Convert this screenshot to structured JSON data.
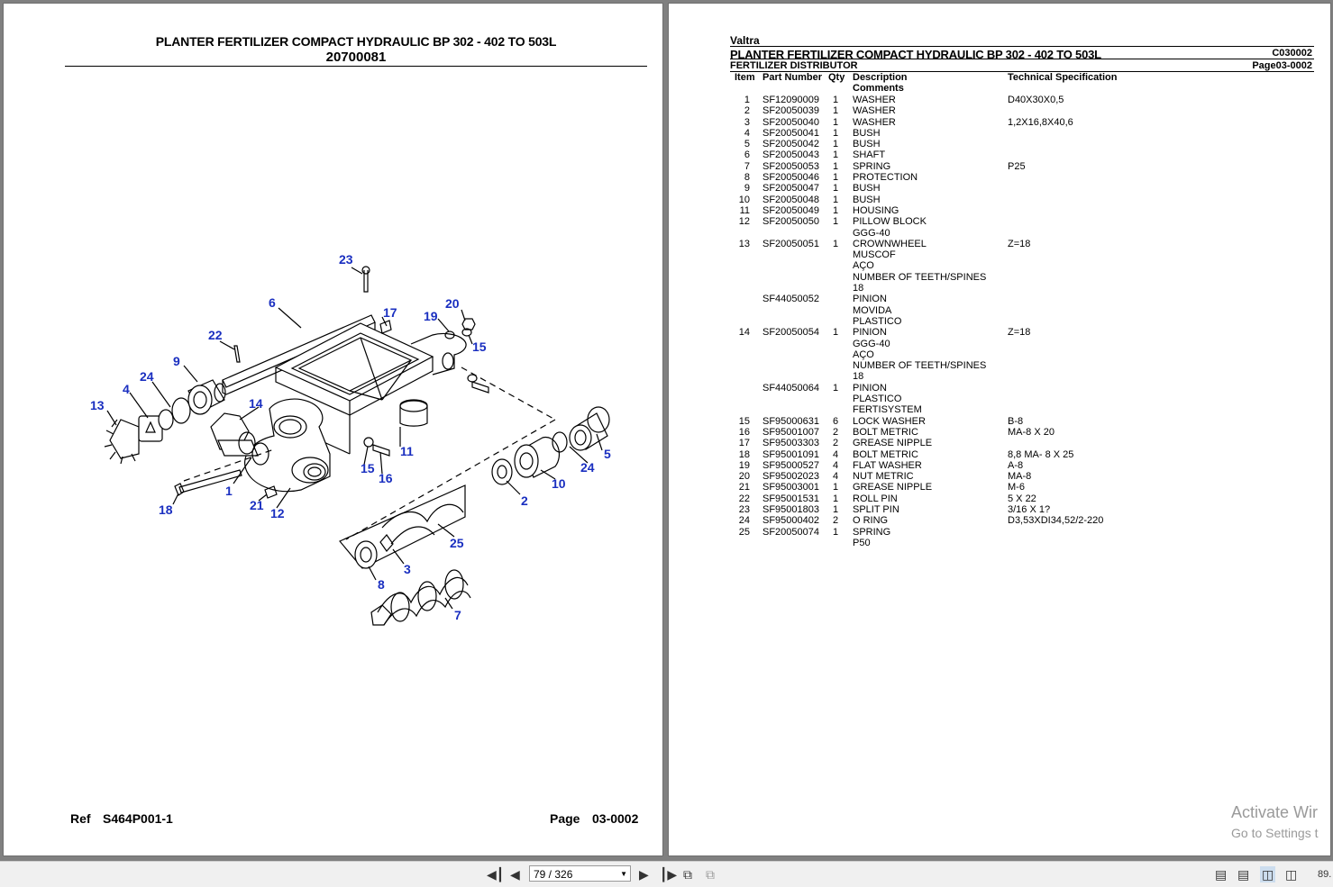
{
  "left_page": {
    "title": "PLANTER FERTILIZER COMPACT HYDRAULIC BP 302 - 402 TO 503L",
    "number": "20700081",
    "ref_label": "Ref",
    "ref_value": "S464P001-1",
    "page_label": "Page",
    "page_value": "03-0002",
    "callouts": [
      "23",
      "6",
      "17",
      "20",
      "19",
      "15",
      "22",
      "9",
      "24",
      "4",
      "13",
      "14",
      "11",
      "15",
      "16",
      "10",
      "24",
      "5",
      "1",
      "18",
      "21",
      "12",
      "2",
      "25",
      "3",
      "8",
      "7"
    ]
  },
  "right_page": {
    "brand": "Valtra",
    "title": "PLANTER FERTILIZER COMPACT HYDRAULIC BP 302 - 402 TO 503L",
    "code": "C030002",
    "subtitle": "FERTILIZER DISTRIBUTOR",
    "page": "Page03-0002",
    "headers": {
      "item": "Item",
      "part": "Part Number",
      "qty": "Qty",
      "desc": "Description",
      "comments": "Comments",
      "tech": "Technical Specification"
    },
    "rows": [
      {
        "item": "1",
        "part": "SF12090009",
        "qty": "1",
        "desc": "WASHER",
        "tech": "D40X30X0,5"
      },
      {
        "item": "2",
        "part": "SF20050039",
        "qty": "1",
        "desc": "WASHER",
        "tech": ""
      },
      {
        "item": "3",
        "part": "SF20050040",
        "qty": "1",
        "desc": "WASHER",
        "tech": "1,2X16,8X40,6"
      },
      {
        "item": "4",
        "part": "SF20050041",
        "qty": "1",
        "desc": "BUSH",
        "tech": ""
      },
      {
        "item": "5",
        "part": "SF20050042",
        "qty": "1",
        "desc": "BUSH",
        "tech": ""
      },
      {
        "item": "6",
        "part": "SF20050043",
        "qty": "1",
        "desc": "SHAFT",
        "tech": ""
      },
      {
        "item": "7",
        "part": "SF20050053",
        "qty": "1",
        "desc": "SPRING",
        "tech": "P25"
      },
      {
        "item": "8",
        "part": "SF20050046",
        "qty": "1",
        "desc": "PROTECTION",
        "tech": ""
      },
      {
        "item": "9",
        "part": "SF20050047",
        "qty": "1",
        "desc": "BUSH",
        "tech": ""
      },
      {
        "item": "10",
        "part": "SF20050048",
        "qty": "1",
        "desc": "BUSH",
        "tech": ""
      },
      {
        "item": "11",
        "part": "SF20050049",
        "qty": "1",
        "desc": "HOUSING",
        "tech": ""
      },
      {
        "item": "12",
        "part": "SF20050050",
        "qty": "1",
        "desc": "PILLOW BLOCK",
        "tech": ""
      },
      {
        "item": "",
        "part": "",
        "qty": "",
        "desc": "GGG-40",
        "tech": ""
      },
      {
        "item": "13",
        "part": "SF20050051",
        "qty": "1",
        "desc": "CROWNWHEEL",
        "tech": "Z=18"
      },
      {
        "item": "",
        "part": "",
        "qty": "",
        "desc": "MUSCOF",
        "tech": ""
      },
      {
        "item": "",
        "part": "",
        "qty": "",
        "desc": "AÇO",
        "tech": ""
      },
      {
        "item": "",
        "part": "",
        "qty": "",
        "desc": "NUMBER OF TEETH/SPINES",
        "tech": ""
      },
      {
        "item": "",
        "part": "",
        "qty": "",
        "desc": "18",
        "tech": ""
      },
      {
        "item": "",
        "part": "SF44050052",
        "qty": "",
        "desc": "PINION",
        "tech": ""
      },
      {
        "item": "",
        "part": "",
        "qty": "",
        "desc": "MOVIDA",
        "tech": ""
      },
      {
        "item": "",
        "part": "",
        "qty": "",
        "desc": "PLASTICO",
        "tech": ""
      },
      {
        "item": "14",
        "part": "SF20050054",
        "qty": "1",
        "desc": "PINION",
        "tech": "Z=18"
      },
      {
        "item": "",
        "part": "",
        "qty": "",
        "desc": "GGG-40",
        "tech": ""
      },
      {
        "item": "",
        "part": "",
        "qty": "",
        "desc": "AÇO",
        "tech": ""
      },
      {
        "item": "",
        "part": "",
        "qty": "",
        "desc": "NUMBER OF TEETH/SPINES",
        "tech": ""
      },
      {
        "item": "",
        "part": "",
        "qty": "",
        "desc": "18",
        "tech": ""
      },
      {
        "item": "",
        "part": "SF44050064",
        "qty": "1",
        "desc": "PINION",
        "tech": ""
      },
      {
        "item": "",
        "part": "",
        "qty": "",
        "desc": "PLASTICO",
        "tech": ""
      },
      {
        "item": "",
        "part": "",
        "qty": "",
        "desc": "FERTISYSTEM",
        "tech": ""
      },
      {
        "item": "15",
        "part": "SF95000631",
        "qty": "6",
        "desc": "LOCK WASHER",
        "tech": "B-8"
      },
      {
        "item": "16",
        "part": "SF95001007",
        "qty": "2",
        "desc": "BOLT METRIC",
        "tech": "MA-8 X 20"
      },
      {
        "item": "17",
        "part": "SF95003303",
        "qty": "2",
        "desc": "GREASE NIPPLE",
        "tech": ""
      },
      {
        "item": "18",
        "part": "SF95001091",
        "qty": "4",
        "desc": "BOLT METRIC",
        "tech": "8,8 MA- 8 X 25"
      },
      {
        "item": "19",
        "part": "SF95000527",
        "qty": "4",
        "desc": "FLAT WASHER",
        "tech": "A-8"
      },
      {
        "item": "20",
        "part": "SF95002023",
        "qty": "4",
        "desc": "NUT METRIC",
        "tech": "MA-8"
      },
      {
        "item": "21",
        "part": "SF95003001",
        "qty": "1",
        "desc": "GREASE NIPPLE",
        "tech": "M-6"
      },
      {
        "item": "22",
        "part": "SF95001531",
        "qty": "1",
        "desc": "ROLL PIN",
        "tech": "5 X 22"
      },
      {
        "item": "23",
        "part": "SF95001803",
        "qty": "1",
        "desc": "SPLIT PIN",
        "tech": "3/16 X 1?"
      },
      {
        "item": "24",
        "part": "SF95000402",
        "qty": "2",
        "desc": "O RING",
        "tech": "D3,53XDI34,52/2-220"
      },
      {
        "item": "25",
        "part": "SF20050074",
        "qty": "1",
        "desc": "SPRING",
        "tech": ""
      },
      {
        "item": "",
        "part": "",
        "qty": "",
        "desc": "P50",
        "tech": ""
      }
    ]
  },
  "watermark": {
    "line1": "Activate Wir",
    "line2": "Go to Settings t"
  },
  "toolbar": {
    "page_display": "79 / 326",
    "zoom": "89.",
    "icons": [
      "first-page-icon",
      "prev-page-icon",
      "next-page-icon",
      "last-page-icon",
      "go-back-view-icon",
      "go-forward-view-icon",
      "single-page-icon",
      "continuous-icon",
      "facing-pages-icon",
      "continuous-facing-icon"
    ]
  }
}
